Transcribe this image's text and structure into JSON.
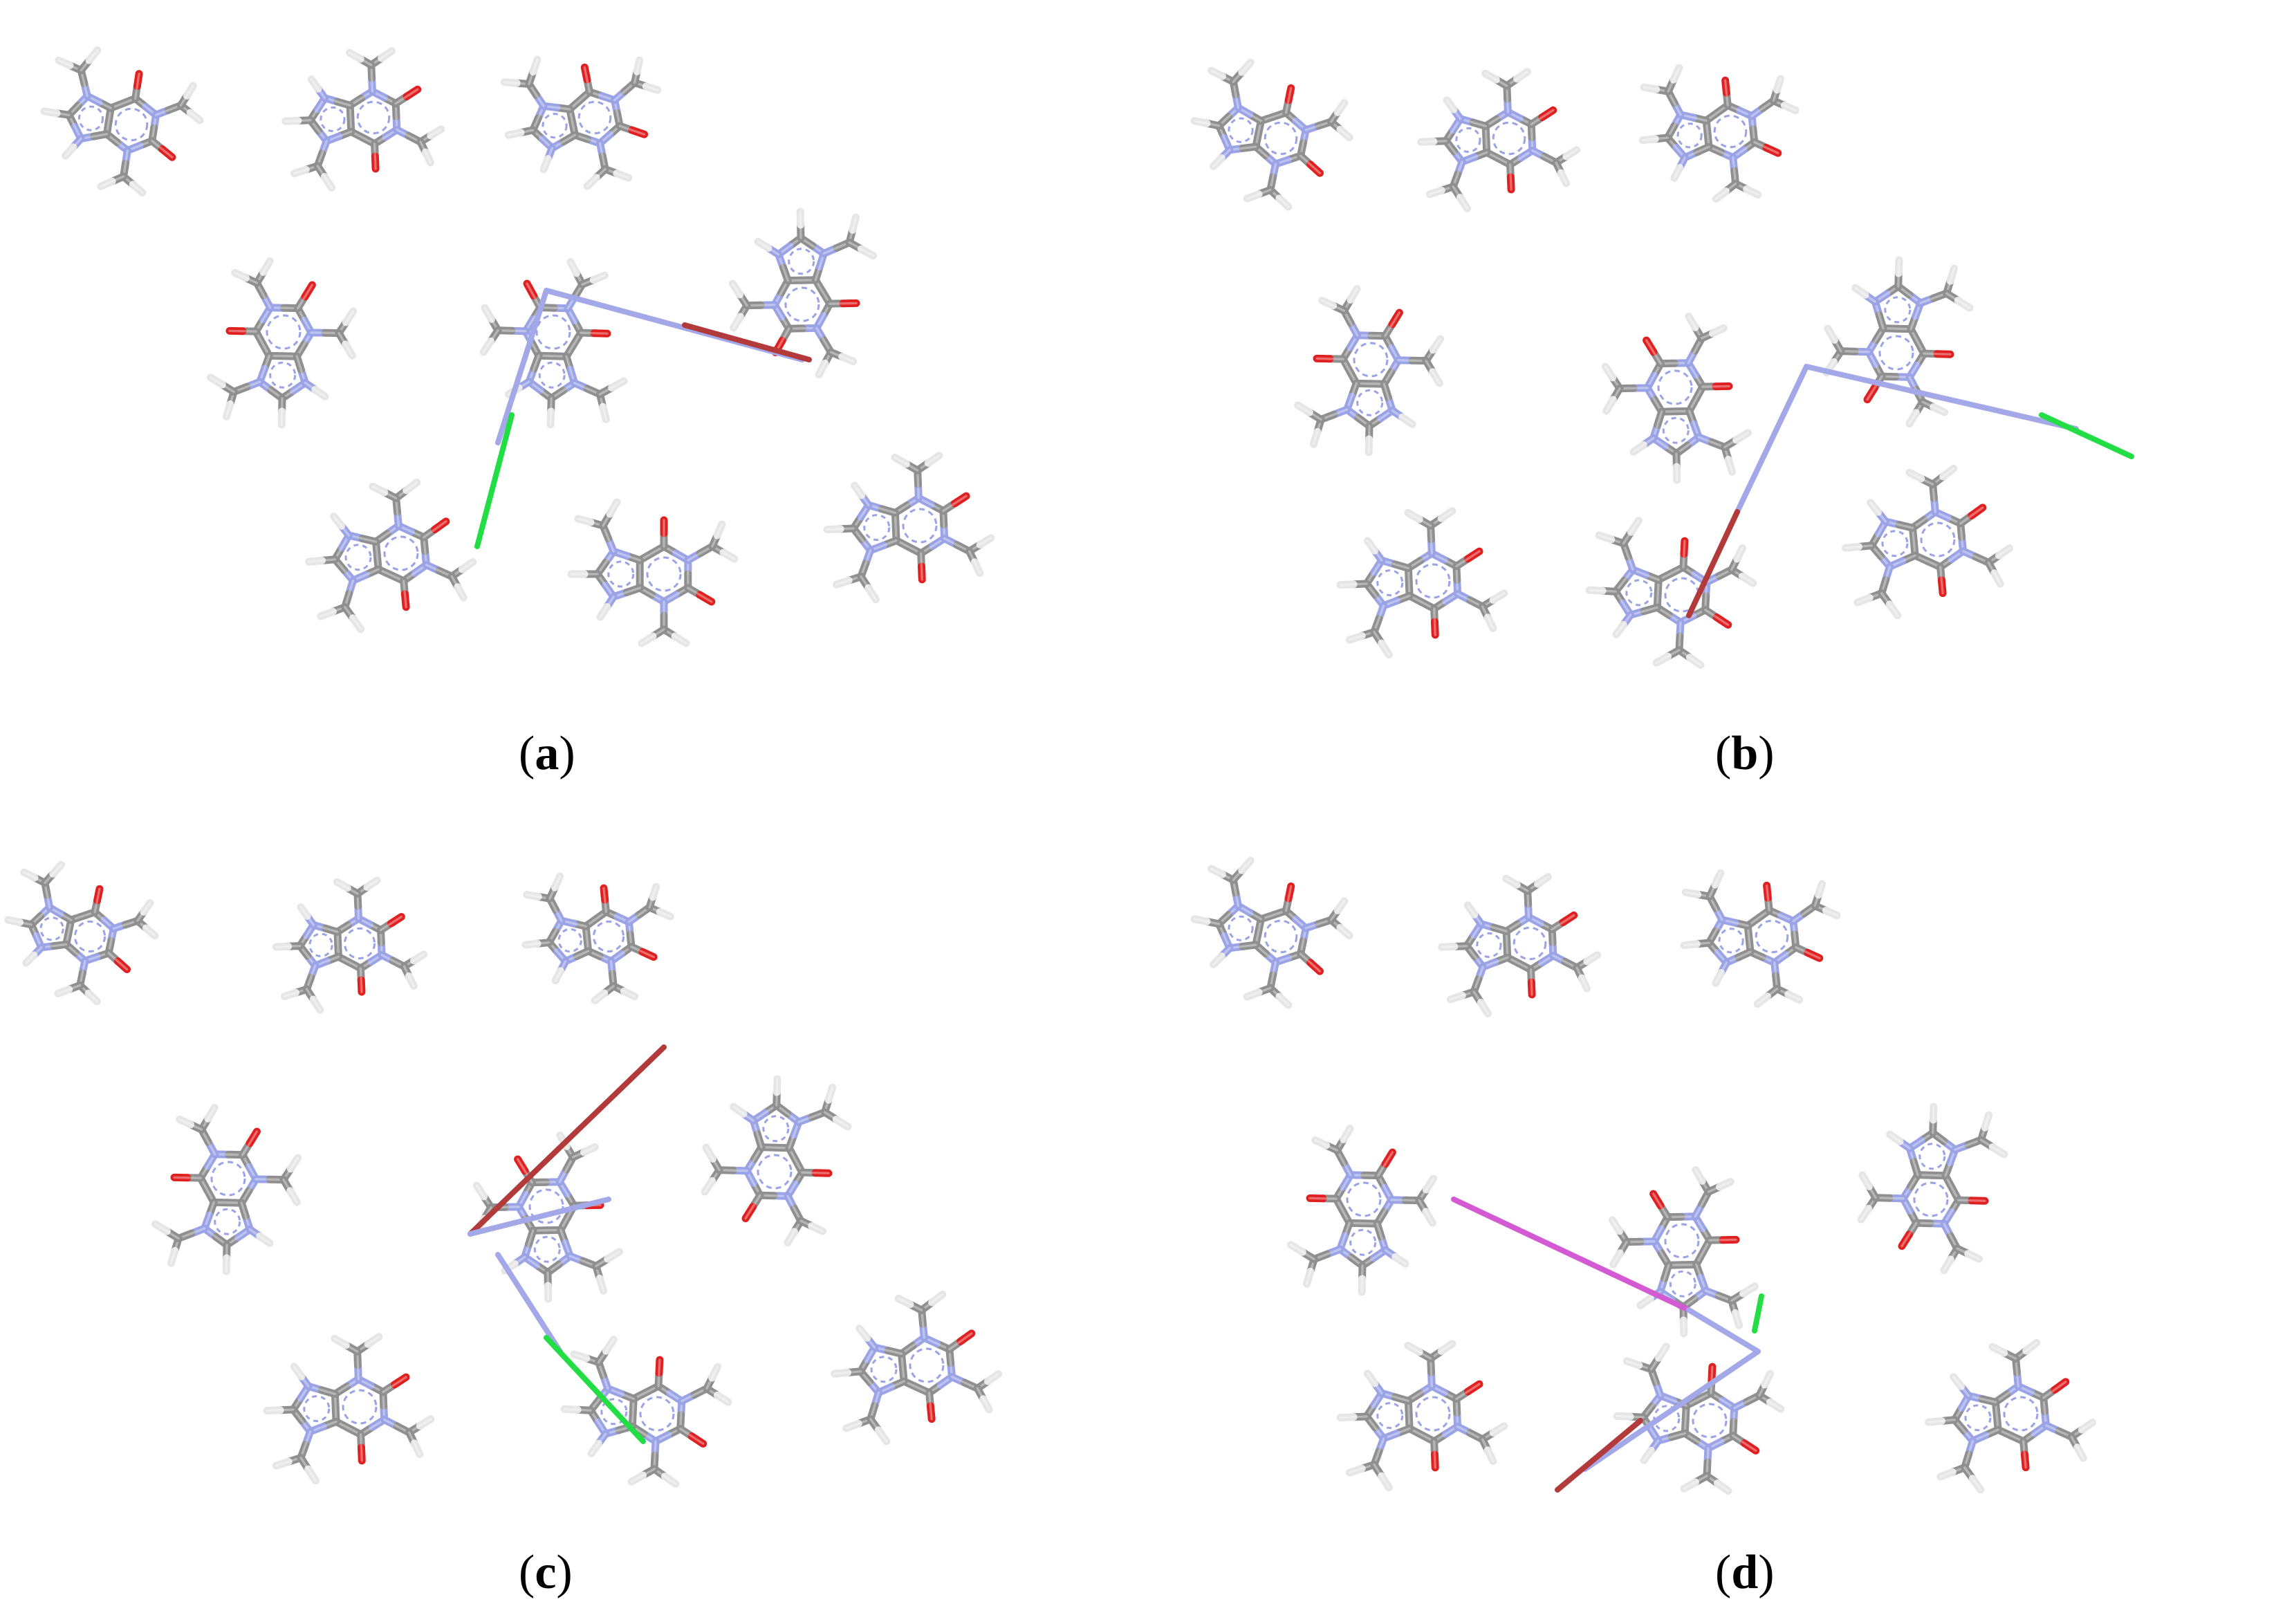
{
  "figure": {
    "panels": [
      {
        "id": "a",
        "caption_open": "(",
        "caption_letter": "a",
        "caption_close": ")"
      },
      {
        "id": "b",
        "caption_open": "(",
        "caption_letter": "b",
        "caption_close": ")"
      },
      {
        "id": "c",
        "caption_open": "(",
        "caption_letter": "c",
        "caption_close": ")"
      },
      {
        "id": "d",
        "caption_open": "(",
        "caption_letter": "d",
        "caption_close": ")"
      }
    ]
  },
  "colors": {
    "carbon": "#8f8f8f",
    "nitrogen": "#9aa3e6",
    "oxygen": "#e02020",
    "hydrogen": "#e6e6e6",
    "contact_blue": "#a3a8e8",
    "contact_red": "#b23a3a",
    "contact_green": "#22dd44",
    "contact_magenta": "#d35ad3",
    "background": "#ffffff"
  },
  "molecule_icon": "caffeine-stick-model"
}
